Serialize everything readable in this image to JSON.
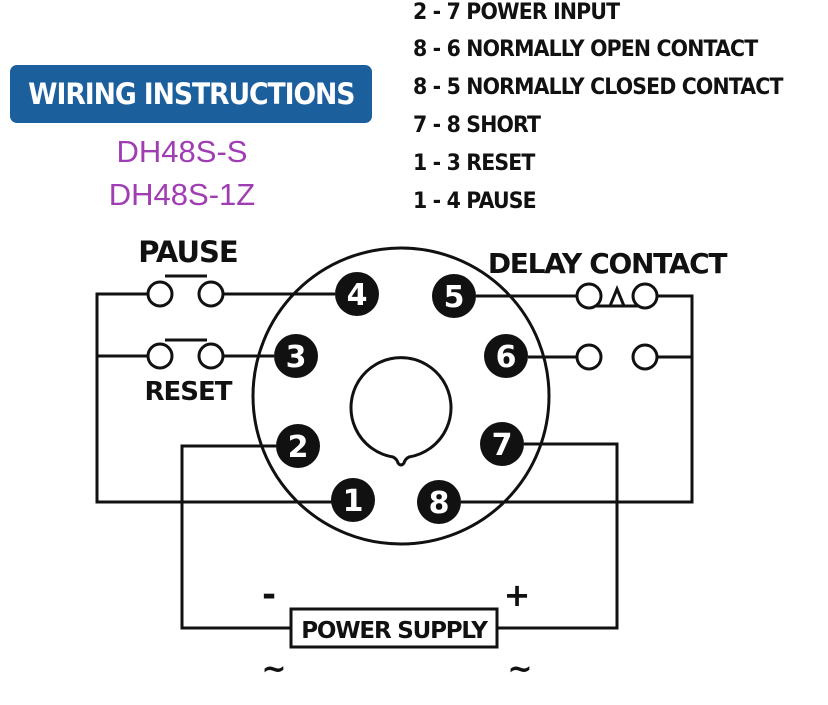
{
  "banner": {
    "title": "WIRING INSTRUCTIONS",
    "color": "#1b5f9c"
  },
  "models": [
    "DH48S-S",
    "DH48S-1Z"
  ],
  "model_color": "#a03db3",
  "legend": [
    "2 - 7 POWER INPUT",
    "8 - 6 NORMALLY OPEN CONTACT",
    "8 - 5 NORMALLY CLOSED CONTACT",
    "7 - 8 SHORT",
    "1 - 3 RESET",
    "1 - 4  PAUSE"
  ],
  "labels": {
    "pause": "PAUSE",
    "reset": "RESET",
    "delay_contact": "DELAY CONTACT",
    "power_supply": "POWER SUPPLY",
    "minus": "-",
    "plus": "+",
    "ac_left": "~",
    "ac_right": "~"
  },
  "pins": [
    "1",
    "2",
    "3",
    "4",
    "5",
    "6",
    "7",
    "8"
  ]
}
